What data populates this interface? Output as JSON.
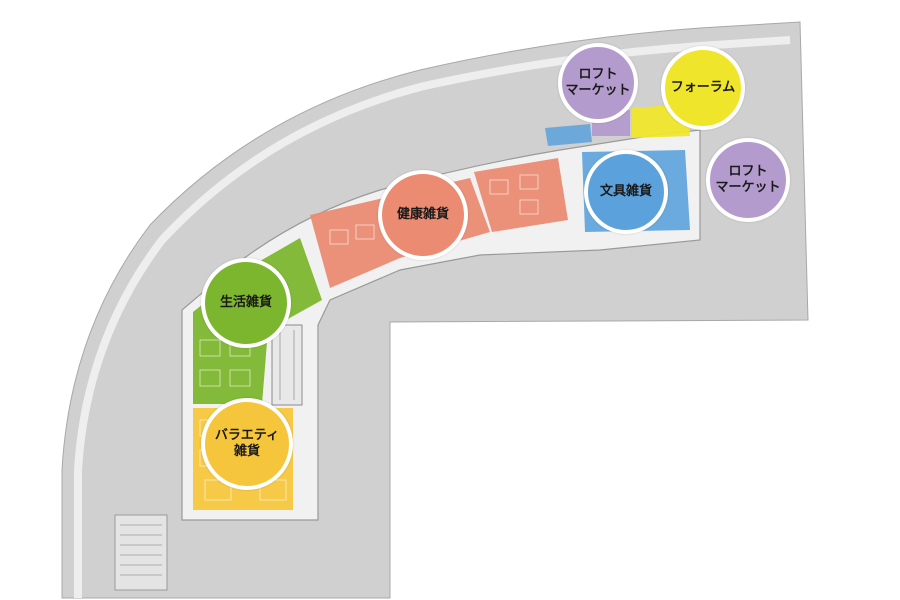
{
  "colors": {
    "background": "#ffffff",
    "building": "#d0d0d0",
    "floor": "#f1f1f1",
    "line": "#9a9a9a",
    "zone_green": "#7cb62e",
    "zone_yellow": "#f5c63c",
    "zone_salmon": "#ea8b72",
    "zone_blue": "#5ba2dc",
    "zone_purple": "#b39bcd",
    "zone_lemon": "#efe62c"
  },
  "zones": [
    {
      "id": "loft-market-1",
      "label": "ロフト\nマーケット",
      "color": "#b39bcd"
    },
    {
      "id": "forum",
      "label": "フォーラム",
      "color": "#efe62c"
    },
    {
      "id": "loft-market-2",
      "label": "ロフト\nマーケット",
      "color": "#b39bcd"
    },
    {
      "id": "stationery",
      "label": "文具雑貨",
      "color": "#5ba2dc"
    },
    {
      "id": "health",
      "label": "健康雑貨",
      "color": "#ea8b72"
    },
    {
      "id": "lifestyle",
      "label": "生活雑貨",
      "color": "#7cb62e"
    },
    {
      "id": "variety",
      "label": "バラエティ\n雑貨",
      "color": "#f5c63c"
    }
  ]
}
